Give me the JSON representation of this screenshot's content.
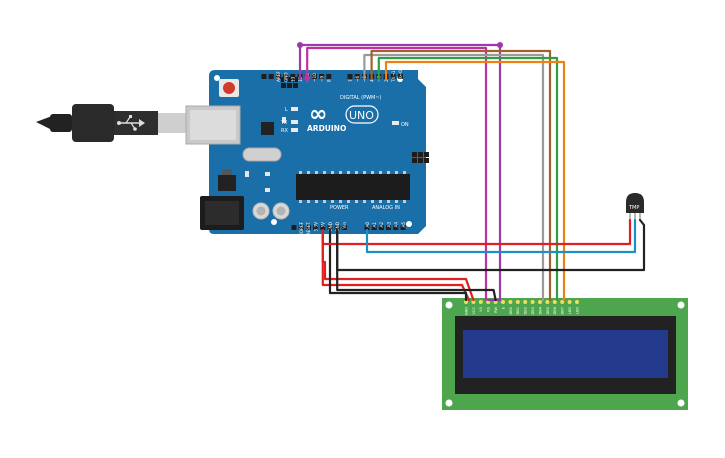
{
  "arduino": {
    "brand": "ARDUINO",
    "model": "UNO",
    "logo_symbol": "∞",
    "digital_header": "DIGITAL (PWM~)",
    "digital_pins": [
      "AREF",
      "GND",
      "13",
      "12",
      "~11",
      "~10",
      "~9",
      "8",
      "7",
      "~6",
      "~5",
      "4",
      "~3",
      "2",
      "TX→1",
      "RX←0"
    ],
    "power_label": "POWER",
    "power_pins": [
      "IOREF",
      "RESET",
      "3.3V",
      "5V",
      "GND",
      "GND",
      "Vin"
    ],
    "analog_label": "ANALOG IN",
    "analog_pins": [
      "A0",
      "A1",
      "A2",
      "A3",
      "A4",
      "A5"
    ],
    "led_l": "L",
    "led_tx": "TX",
    "led_rx": "RX",
    "led_on": "ON",
    "board_color": "#1a6fa8",
    "usb_icon": "usb-icon"
  },
  "sensor": {
    "label": "TMP"
  },
  "lcd": {
    "pins": [
      "GND",
      "VCC",
      "V0",
      "RS",
      "RW",
      "E",
      "DB0",
      "DB1",
      "DB2",
      "DB3",
      "DB4",
      "DB5",
      "DB6",
      "DB7",
      "LED",
      "LED"
    ],
    "board_color": "#4da64d",
    "screen_color": "#243a8c"
  },
  "wire_colors": {
    "red": "#e02020",
    "black": "#222222",
    "purple": "#9b3aa8",
    "magenta": "#c0309f",
    "orange": "#f08010",
    "brown": "#a0622d",
    "gray": "#9a9a9a",
    "green": "#2e9e44",
    "blue": "#1b8fc8"
  }
}
